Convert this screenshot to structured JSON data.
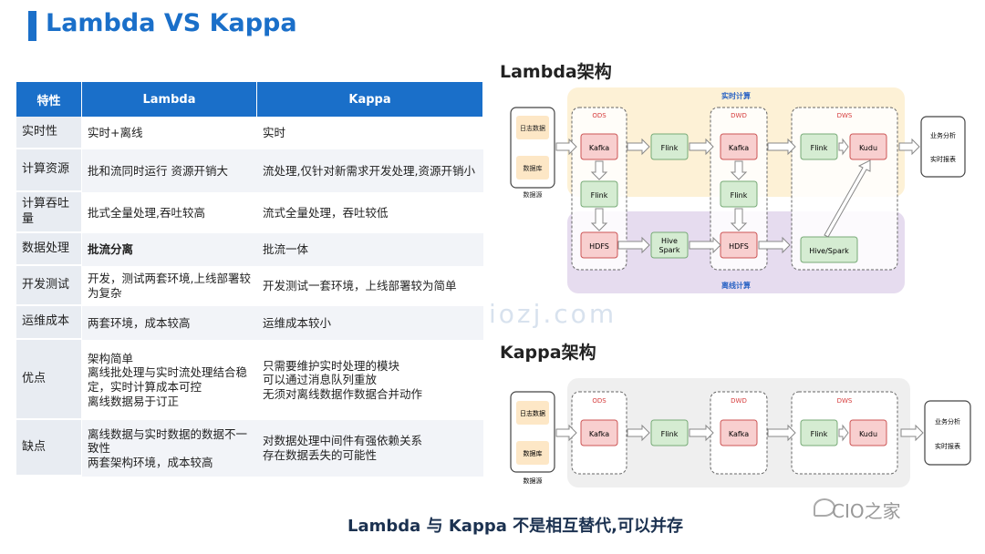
{
  "title": "Lambda VS Kappa",
  "table": {
    "headers": [
      "特性",
      "Lambda",
      "Kappa"
    ],
    "rows": [
      {
        "key": "实时性",
        "lambda": "实时+离线",
        "kappa": "实时"
      },
      {
        "key": "计算资源",
        "lambda": "批和流同时运行 资源开销大",
        "kappa": "流处理,仅针对新需求开发处理,资源开销小"
      },
      {
        "key": "计算吞吐量",
        "lambda": "批式全量处理,吞吐较高",
        "kappa": "流式全量处理，吞吐较低"
      },
      {
        "key": "数据处理",
        "lambda": "批流分离",
        "kappa": "批流一体"
      },
      {
        "key": "开发测试",
        "lambda": "开发，测试两套环境,上线部署较为复杂",
        "kappa": "开发测试一套环境，上线部署较为简单"
      },
      {
        "key": "运维成本",
        "lambda": "两套环境，成本较高",
        "kappa": "运维成本较小"
      },
      {
        "key": "优点",
        "lambda": "架构简单\n离线批处理与实时流处理结合稳定，实时计算成本可控\n离线数据易于订正",
        "kappa": "只需要维护实时处理的模块\n可以通过消息队列重放\n无须对离线数据作数据合并动作"
      },
      {
        "key": "缺点",
        "lambda": "离线数据与实时数据的数据不一致性\n两套架构环境，成本较高",
        "kappa": "对数据处理中间件有强依赖关系\n存在数据丢失的可能性"
      }
    ]
  },
  "lambda_section": {
    "title": "Lambda架构",
    "realtime_label": "实时计算",
    "offline_label": "离线计算",
    "source": {
      "items": [
        "日志数据",
        "数据库"
      ],
      "label": "数据源"
    },
    "layers": [
      "ODS",
      "DWD",
      "DWS"
    ],
    "nodes": {
      "kafka1": "Kafka",
      "flink1": "Flink",
      "flink_mid": "Flink",
      "hdfs1": "HDFS",
      "hive_spark_1": "Hive",
      "hive_spark_2": "Spark",
      "kafka2": "Kafka",
      "flink2": "Flink",
      "hdfs2": "HDFS",
      "flink3": "Flink",
      "kudu": "Kudu",
      "hive_spark_dws": "Hive/Spark"
    },
    "outputs": [
      "业务分析",
      "实时报表"
    ]
  },
  "kappa_section": {
    "title": "Kappa架构",
    "source": {
      "items": [
        "日志数据",
        "数据库"
      ],
      "label": "数据源"
    },
    "layers": [
      "ODS",
      "DWD",
      "DWS"
    ],
    "nodes": {
      "kafka1": "Kafka",
      "flink1": "Flink",
      "kafka2": "Kafka",
      "flink2": "Flink",
      "kudu": "Kudu"
    },
    "outputs": [
      "业务分析",
      "实时报表"
    ]
  },
  "footer": "Lambda 与 Kappa 不是相互替代,可以并存",
  "watermark": "CIO之家",
  "ghost_watermark": "iozj.com"
}
